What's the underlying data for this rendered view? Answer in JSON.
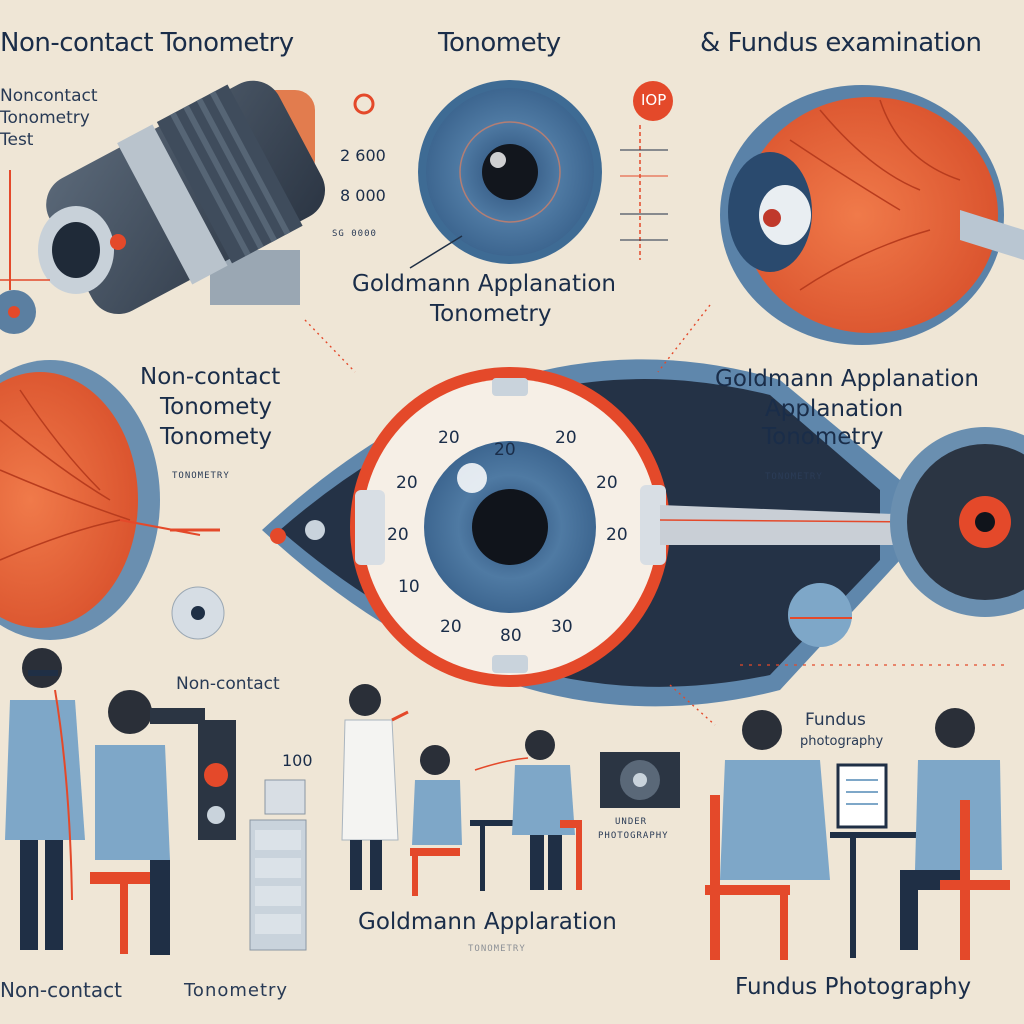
{
  "headers": {
    "noncontact_tonometry": "Non-contact Tonometry",
    "tonometry": "Tonomety",
    "fundus_examination": "& Fundus examination"
  },
  "panel_top_left": {
    "caption_line1": "Noncontact",
    "caption_line2": "Tonometry",
    "caption_line3": "Test"
  },
  "panel_top_center": {
    "iop_badge": "IOP",
    "scale_1": "2 600",
    "scale_2": "8 000",
    "scale_3": "SG 0000",
    "title_line1": "Goldmann Applanation",
    "title_line2": "Tonometry"
  },
  "panel_mid_left": {
    "title_line1": "Non-contact",
    "title_line2": "Tonomety",
    "title_line3": "Tonomety",
    "small_label": "TONOMETRY"
  },
  "panel_mid_right": {
    "title_line1": "Goldmann Applanation",
    "title_line2": "Applanation",
    "title_line3": "Tonometry",
    "small_label": "TONOMETRY"
  },
  "central_eye": {
    "readings": [
      "20",
      "20",
      "20",
      "20",
      "20",
      "20",
      "20",
      "10",
      "20",
      "80",
      "30"
    ]
  },
  "bottom_left": {
    "noncontact_label": "Non-contact",
    "device_readout": "100",
    "footer_label_1": "Non-contact",
    "footer_label_2": "Tonometry"
  },
  "bottom_center": {
    "monitor_caption_1": "UNDER",
    "monitor_caption_2": "PHOTOGRAPHY",
    "footer_label": "Goldmann Applaration",
    "footer_sub": "TONOMETRY"
  },
  "bottom_right": {
    "fundus_label_1": "Fundus",
    "fundus_label_2": "photography",
    "footer_label": "Fundus Photography"
  },
  "colors": {
    "background": "#efe6d6",
    "accent_red": "#e4492a",
    "iris_blue": "#4f7aa3",
    "dark_navy": "#1f2f45",
    "retina_orange": "#e8603a",
    "scrub_blue": "#7ea7c8"
  }
}
